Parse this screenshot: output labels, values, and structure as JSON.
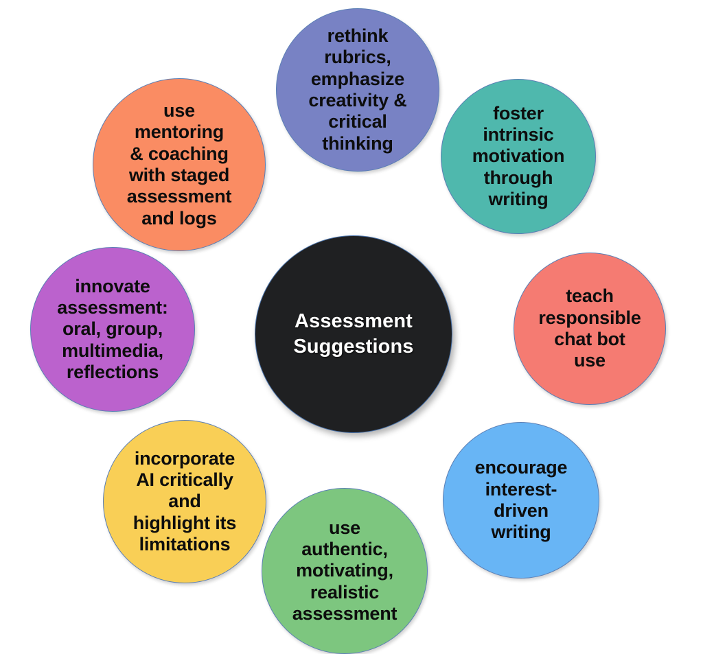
{
  "diagram": {
    "type": "hub-and-spoke-circles",
    "center": {
      "text": "Assessment\nSuggestions",
      "color": "#1F2022",
      "text_color": "#FFFFFF"
    },
    "nodes": [
      {
        "id": "rethink-rubrics",
        "text": "rethink\nrubrics,\nemphasize\ncreativity &\ncritical\nthinking",
        "color": "#7882C4",
        "position": "top"
      },
      {
        "id": "foster-intrinsic-motivation",
        "text": "foster\nintrinsic\nmotivation\nthrough\nwriting",
        "color": "#4FB8AD",
        "position": "top-right"
      },
      {
        "id": "teach-responsible-chat-bot-use",
        "text": "teach\nresponsible\nchat bot\nuse",
        "color": "#F57B72",
        "position": "right"
      },
      {
        "id": "encourage-interest-driven-writing",
        "text": "encourage\ninterest-\ndriven\nwriting",
        "color": "#68B5F5",
        "position": "bottom-right"
      },
      {
        "id": "use-authentic-assessment",
        "text": "use\nauthentic,\nmotivating,\nrealistic\nassessment",
        "color": "#7DC67F",
        "position": "bottom"
      },
      {
        "id": "incorporate-ai-critically",
        "text": "incorporate\nAI critically\nand\nhighlight its\nlimitations",
        "color": "#F9CF56",
        "position": "bottom-left"
      },
      {
        "id": "innovate-assessment",
        "text": "innovate\nassessment:\noral, group,\nmultimedia,\nreflections",
        "color": "#BB62CD",
        "position": "left"
      },
      {
        "id": "use-mentoring-coaching",
        "text": "use\nmentoring\n& coaching\nwith staged\nassessment\nand logs",
        "color": "#FA8C63",
        "position": "top-left"
      }
    ]
  }
}
